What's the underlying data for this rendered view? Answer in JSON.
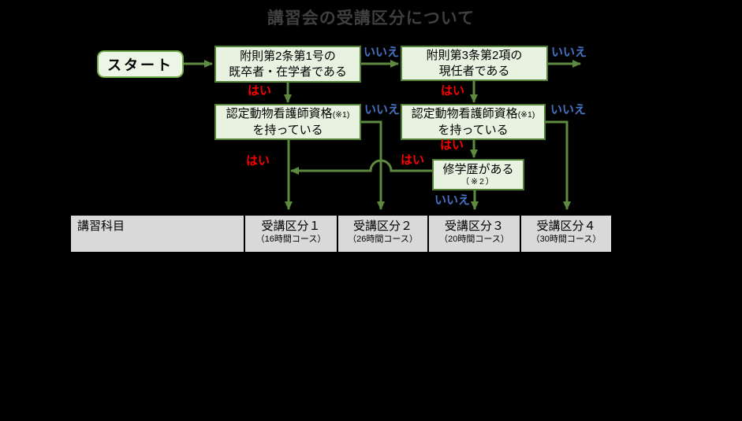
{
  "title": "講習会の受講区分について",
  "labels": {
    "yes": "はい",
    "no": "いいえ"
  },
  "flow": {
    "start": "スタート",
    "q1_line1": "附則第2条第1号の",
    "q1_line2": "既卒者・在学者である",
    "q2_line1": "附則第3条第2項の",
    "q2_line2": "現任者である",
    "q3_line1": "認定動物看護師資格",
    "q3_note": "(※1)",
    "q3_line2": "を持っている",
    "q4_line1": "認定動物看護師資格",
    "q4_note": "(※1)",
    "q4_line2": "を持っている",
    "q5_line1": "修学歴がある",
    "q5_line2": "（※2）"
  },
  "colors": {
    "background": "#000000",
    "box_fill": "#e8f2e0",
    "box_border": "#538135",
    "arrow_green": "#5d8a3e",
    "yes_red": "#fe0000",
    "no_blue": "#4472c4",
    "table_fill": "#d9d9d9",
    "title_gray": "#3f3f3f"
  },
  "table": {
    "columns": [
      {
        "title": "講習科目",
        "subtitle": ""
      },
      {
        "title": "受講区分１",
        "subtitle": "（16時間コース）"
      },
      {
        "title": "受講区分２",
        "subtitle": "（26時間コース）"
      },
      {
        "title": "受講区分３",
        "subtitle": "（20時間コース）"
      },
      {
        "title": "受講区分４",
        "subtitle": "（30時間コース）"
      }
    ]
  }
}
